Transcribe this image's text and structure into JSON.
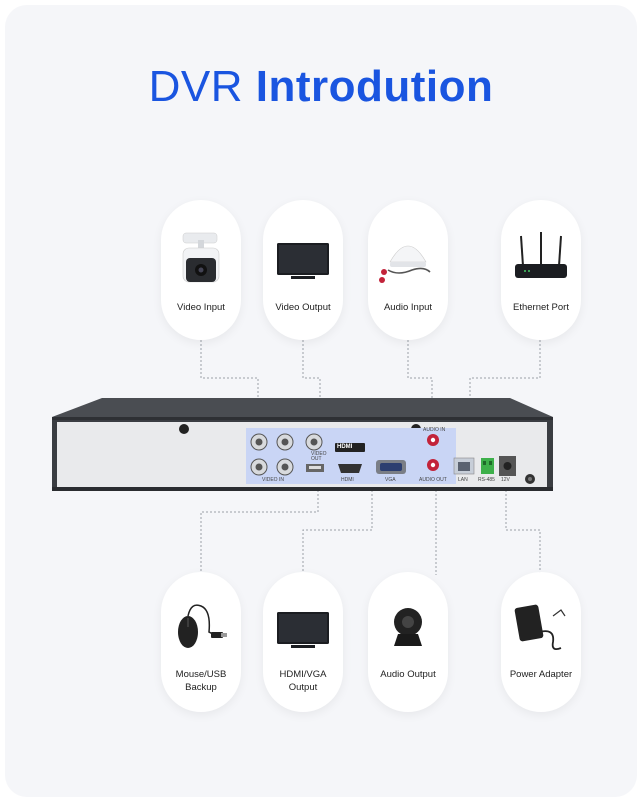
{
  "title": {
    "part1": "DVR",
    "part2": "Introdution"
  },
  "top_items": [
    {
      "label": "Video Input",
      "icon": "camera-icon"
    },
    {
      "label": "Video Output",
      "icon": "monitor-icon"
    },
    {
      "label": "Audio Input",
      "icon": "microphone-icon"
    },
    {
      "label": "Ethernet Port",
      "icon": "router-icon"
    }
  ],
  "bottom_items": [
    {
      "label": "Mouse/USB\nBackup",
      "icon": "mouse-icon"
    },
    {
      "label": "HDMI/VGA\nOutput",
      "icon": "monitor-icon"
    },
    {
      "label": "Audio Output",
      "icon": "speaker-icon"
    },
    {
      "label": "Power Adapter",
      "icon": "power-adapter-icon"
    }
  ],
  "port_labels": {
    "video_in": "VIDEO IN",
    "video_out": "VIDEO OUT",
    "hdmi_badge": "HDMI",
    "hdmi": "HDMI",
    "vga": "VGA",
    "audio_in": "AUDIO IN",
    "audio_out": "AUDIO OUT",
    "lan": "LAN",
    "rs485": "RS-485",
    "dc": "12V"
  },
  "colors": {
    "title": "#1a55e0",
    "card": "#f5f6f9",
    "panel_highlight": "#c9d5f5",
    "dvr_body": "#3a3d42"
  }
}
